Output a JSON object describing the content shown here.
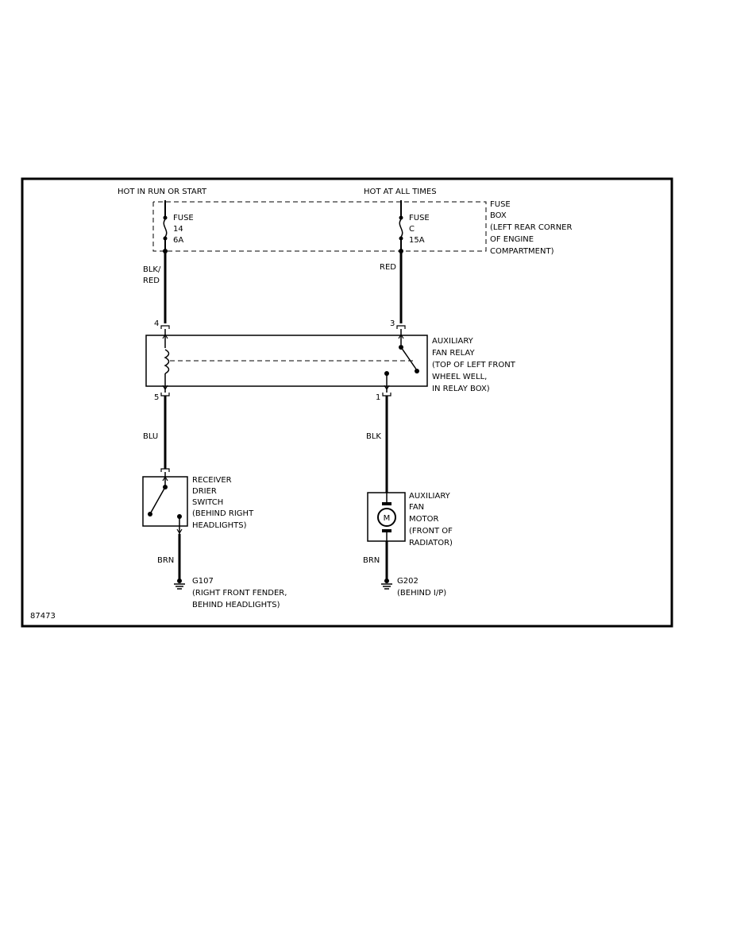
{
  "fuses": {
    "left": {
      "header": "HOT IN RUN OR START",
      "l1": "FUSE",
      "l2": "14",
      "l3": "6A"
    },
    "right": {
      "header": "HOT AT ALL TIMES",
      "l1": "FUSE",
      "l2": "C",
      "l3": "15A"
    },
    "box": [
      "FUSE",
      "BOX",
      "(LEFT REAR CORNER",
      "OF ENGINE",
      "COMPARTMENT)"
    ]
  },
  "wires": {
    "left_top": [
      "BLK/",
      "RED"
    ],
    "right_top": "RED",
    "left_mid": "BLU",
    "right_mid": "BLK",
    "left_bottom": "BRN",
    "right_bottom": "BRN"
  },
  "pins": {
    "p4": "4",
    "p3": "3",
    "p5": "5",
    "p1": "1"
  },
  "relay": [
    "AUXILIARY",
    "FAN RELAY",
    "(TOP OF LEFT FRONT",
    "WHEEL WELL,",
    "IN RELAY BOX)"
  ],
  "switch": [
    "RECEIVER",
    "DRIER",
    "SWITCH",
    "(BEHIND RIGHT",
    "HEADLIGHTS)"
  ],
  "motor": {
    "symbol": "M",
    "lines": [
      "AUXILIARY",
      "FAN",
      "MOTOR",
      "(FRONT OF",
      "RADIATOR)"
    ]
  },
  "grounds": {
    "left": [
      "G107",
      "(RIGHT FRONT FENDER,",
      "BEHIND HEADLIGHTS)"
    ],
    "right": [
      "G202",
      "(BEHIND I/P)"
    ]
  },
  "figure_id": "87473"
}
